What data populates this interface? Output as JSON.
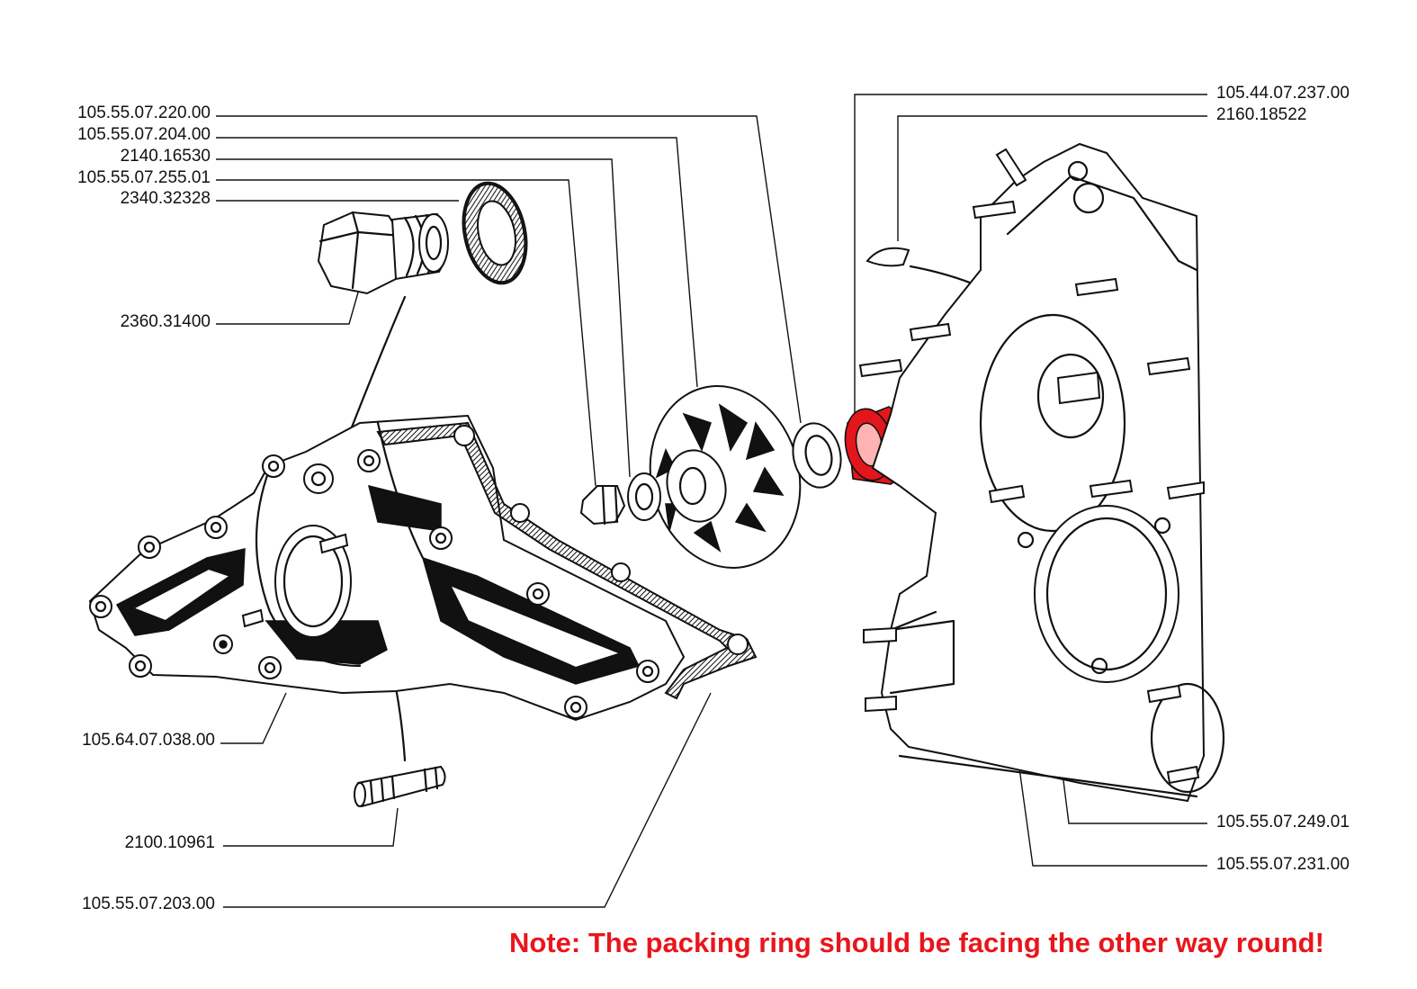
{
  "diagram": {
    "labels_left": [
      "105.55.07.220.00",
      "105.55.07.204.00",
      "2140.16530",
      "105.55.07.255.01",
      "2340.32328",
      "2360.31400",
      "105.64.07.038.00",
      "2100.10961",
      "105.55.07.203.00"
    ],
    "labels_right": [
      "105.44.07.237.00",
      "2160.18522",
      "105.55.07.249.01",
      "105.55.07.231.00"
    ],
    "note": "Note: The packing ring should be facing the other way round!",
    "colors": {
      "highlight": "#e3161c",
      "note": "#e8161c",
      "ink": "#111111"
    }
  }
}
